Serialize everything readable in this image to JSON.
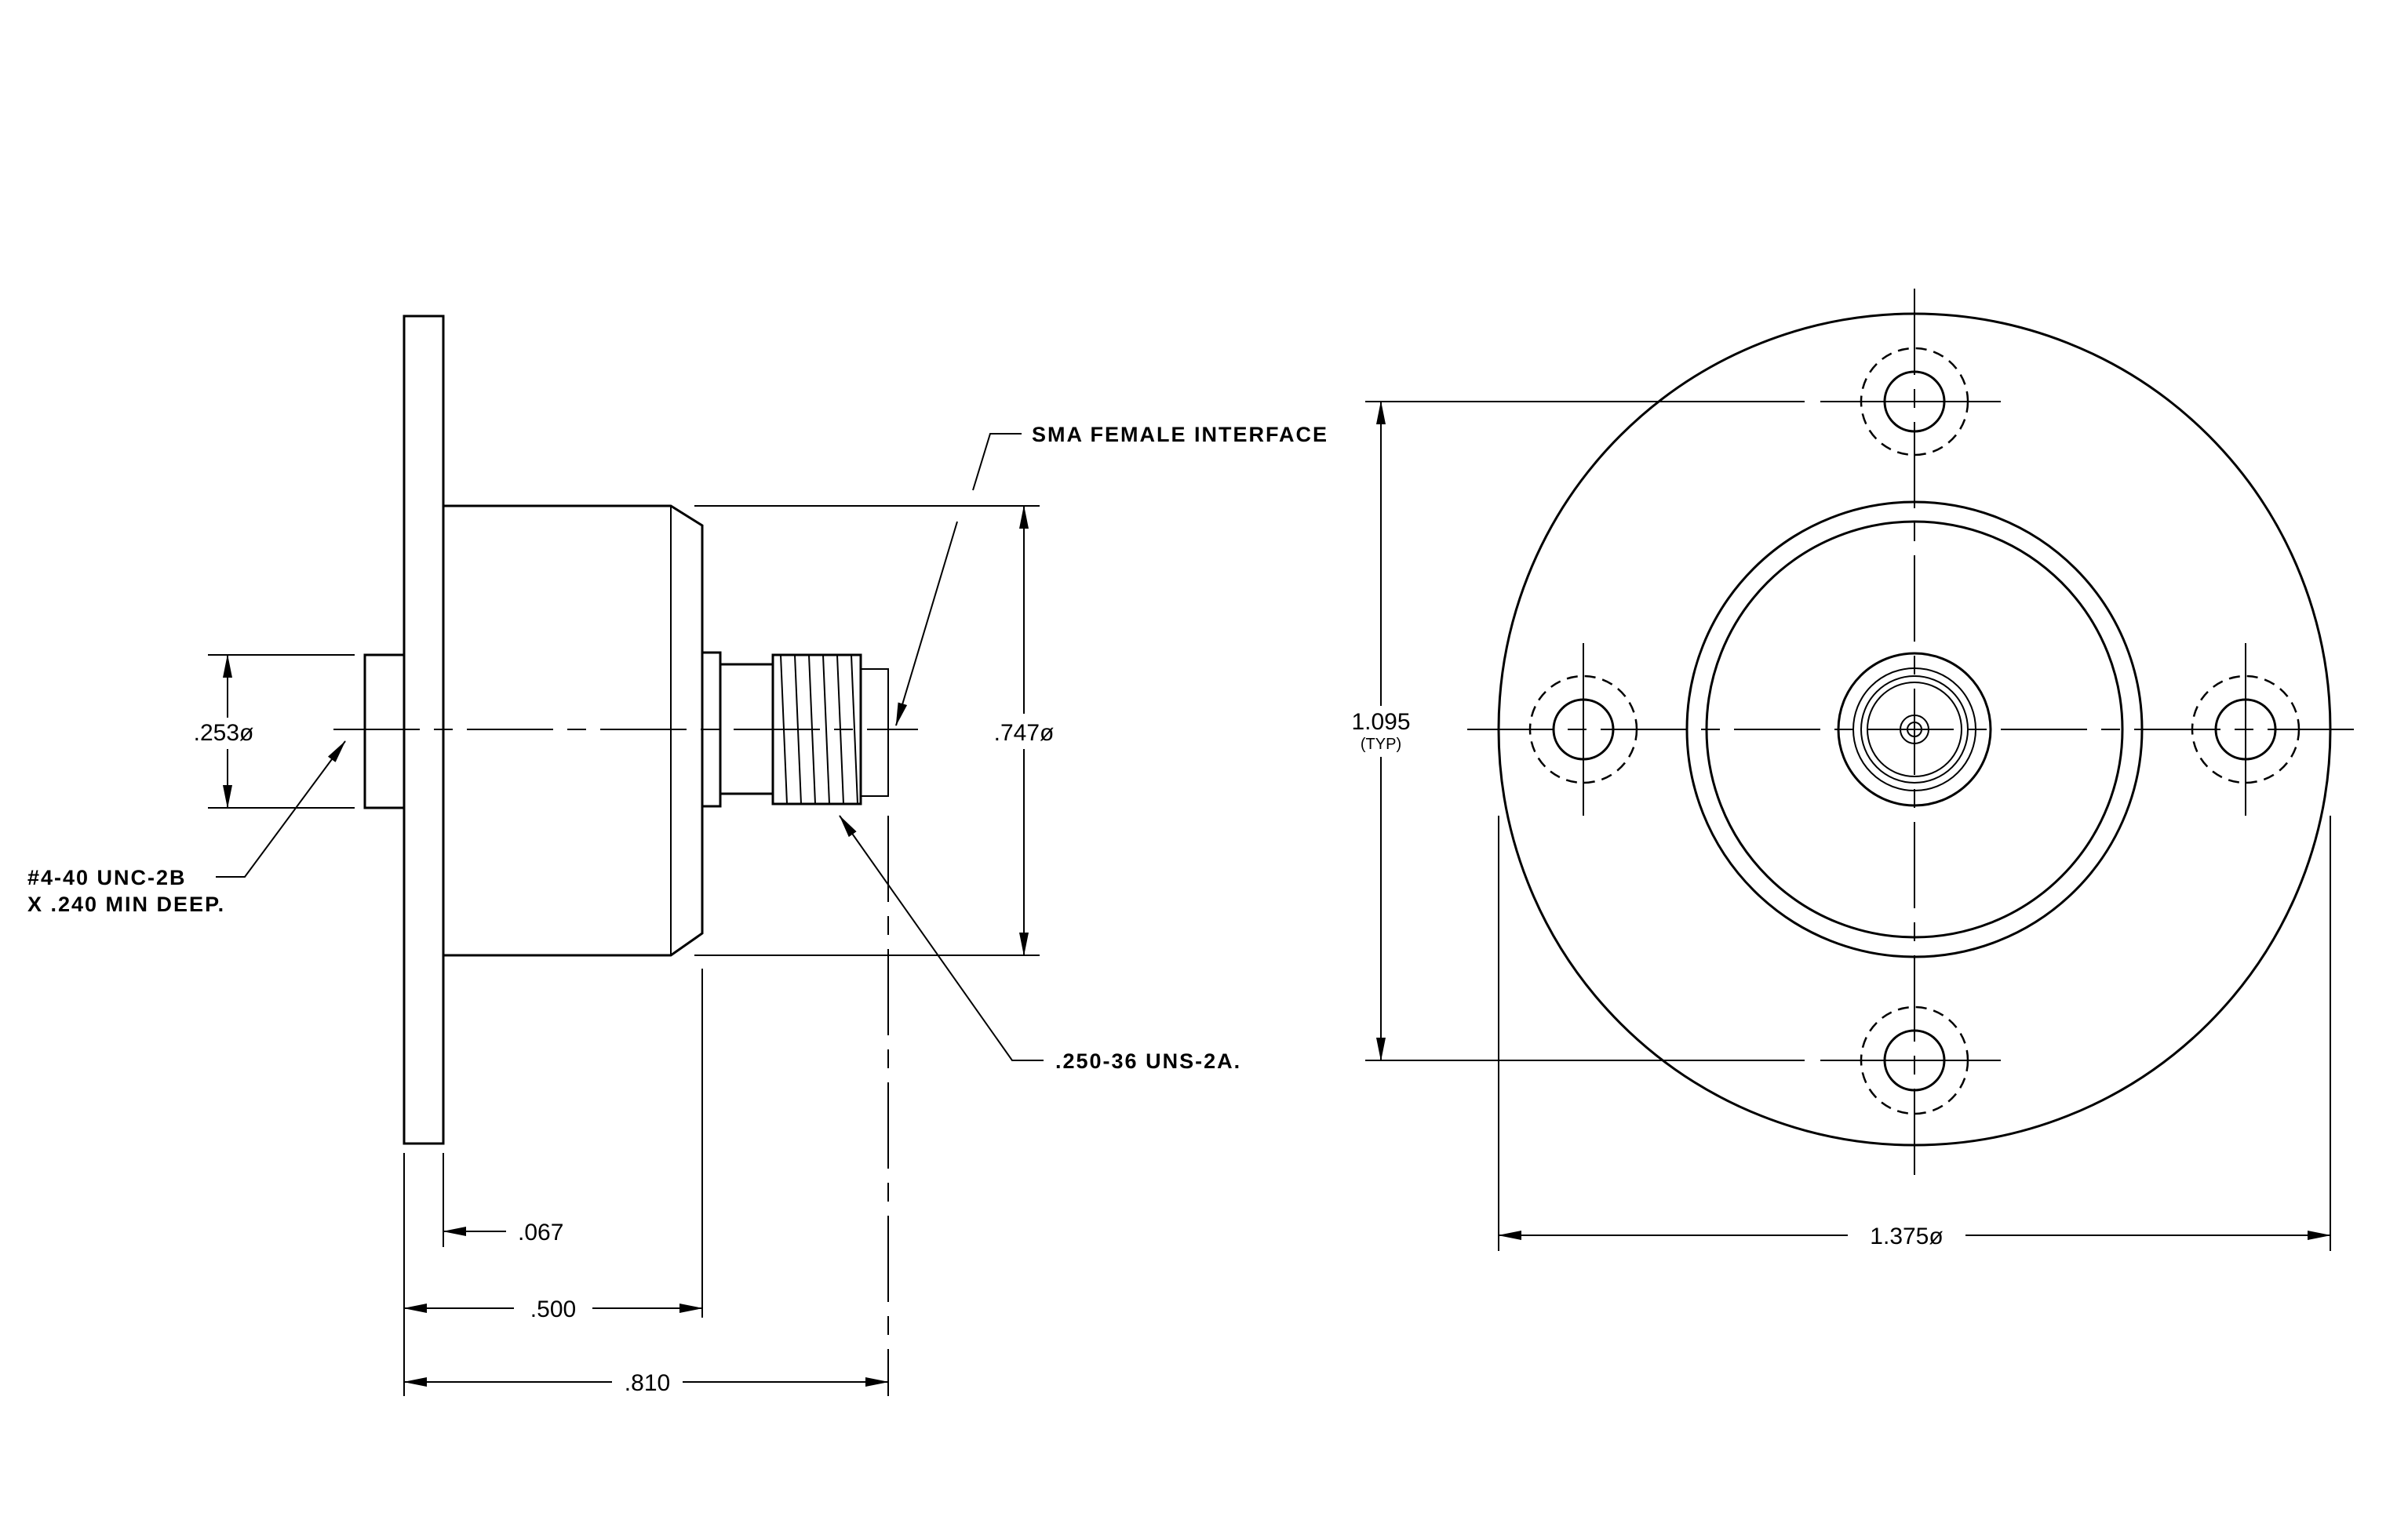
{
  "side_view": {
    "dim_flange_thickness": ".067",
    "dim_body_length": ".500",
    "dim_overall_length": ".810",
    "dim_boss_diameter": ".253ø",
    "dim_body_diameter": ".747ø"
  },
  "notes": {
    "interface": "SMA FEMALE INTERFACE",
    "thread": ".250-36 UNS-2A.",
    "tap_line1": "#4-40 UNC-2B",
    "tap_line2": "X .240 MIN DEEP."
  },
  "front_view": {
    "dim_hole_spacing": "1.095",
    "dim_hole_spacing_qualifier": "(TYP)",
    "dim_flange_diameter": "1.375ø"
  }
}
